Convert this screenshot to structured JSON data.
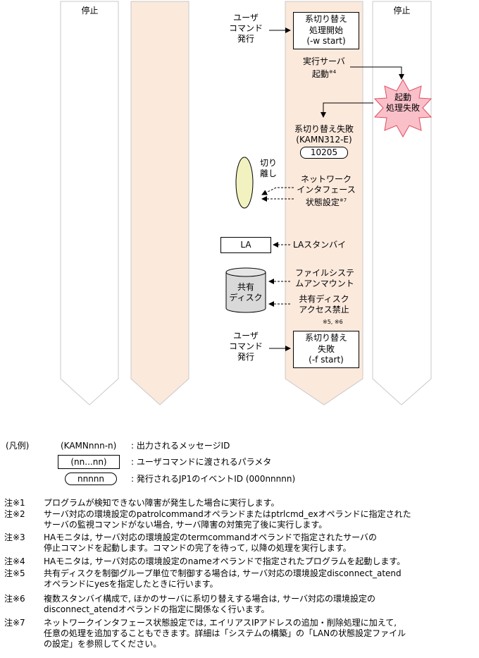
{
  "columns": {
    "left_status": "停止",
    "right_status": "停止"
  },
  "flow": {
    "user_command_1": [
      "ユーザ",
      "コマンド",
      "発行"
    ],
    "switch_start_box": [
      "系切り替え",
      "処理開始",
      "(-w start)"
    ],
    "exec_server_start": "実行サーバ",
    "exec_server_start_2": "起動",
    "note_ref_4": "※4",
    "start_failed": [
      "起動",
      "処理失敗"
    ],
    "switch_failed_msg": "系切り替え失敗",
    "message_id": "(KAMN312-E)",
    "event_id": "10205",
    "isolate": [
      "切り",
      "離し"
    ],
    "network_if": [
      "ネットワーク",
      "インタフェース"
    ],
    "network_if_3": "状態設定",
    "note_ref_7": "※7",
    "la_box": "LA",
    "la_standby": "LAスタンバイ",
    "fs_unmount": [
      "ファイルシステ",
      "ムアンマウント"
    ],
    "shared_disk_label": [
      "共有",
      "ディスク"
    ],
    "disk_access_ban": [
      "共有ディスク",
      "アクセス禁止"
    ],
    "note_ref_5_6": "※5, ※6",
    "user_command_2": [
      "ユーザ",
      "コマンド",
      "発行"
    ],
    "switch_fail_box": [
      "系切り替え",
      "失敗",
      "(-f start)"
    ]
  },
  "legend": {
    "title": "(凡例)",
    "msg_sample": "(KAMNnnn-n)",
    "msg_desc": ": 出力されるメッセージID",
    "param_sample": "(nn...nn)",
    "param_desc": ": ユーザコマンドに渡されるパラメタ",
    "event_sample": "nnnnn",
    "event_desc": ": 発行されるJP1のイベントID (000nnnnn)"
  },
  "notes": [
    {
      "label": "注※1",
      "lines": [
        "プログラムが検知できない障害が発生した場合に実行します。"
      ]
    },
    {
      "label": "注※2",
      "lines": [
        "サーバ対応の環境設定のpatrolcommandオペランドまたはptrlcmd_exオペランドに指定された",
        "サーバの監視コマンドがない場合, サーバ障害の対策完了後に実行します。"
      ]
    },
    {
      "label": "注※3",
      "lines": [
        "HAモニタは, サーバ対応の環境設定のtermcommandオペランドで指定されたサーバの",
        "停止コマンドを起動します。コマンドの完了を待って, 以降の処理を実行します。"
      ]
    },
    {
      "label": "注※4",
      "lines": [
        "HAモニタは, サーバ対応の環境設定のnameオペランドで指定されたプログラムを起動します。"
      ]
    },
    {
      "label": "注※5",
      "lines": [
        "共有ディスクを制御グループ単位で制御する場合は, サーバ対応の環境設定disconnect_atend",
        "オペランドにyesを指定したときに行います。"
      ]
    },
    {
      "label": "注※6",
      "lines": [
        "複数スタンバイ構成で, ほかのサーバに系切り替えする場合は, サーバ対応の環境設定の",
        "disconnect_atendオペランドの指定に関係なく行います。"
      ]
    },
    {
      "label": "注※7",
      "lines": [
        "ネットワークインタフェース状態設定では, エイリアスIPアドレスの追加・削除処理に加えて,",
        "任意の処理を追加することもできます。詳細は「システムの構築」の「LANの状態設定ファイル",
        "の設定」を参照してください。"
      ]
    }
  ],
  "colors": {
    "active_fill": "#fbe9dc",
    "starburst_fill": "#f9c0c9",
    "ellipse_fill": "#f2f2c0",
    "disk_fill": "#d9d9d9",
    "arrow_outline": "#c8c8c8"
  }
}
